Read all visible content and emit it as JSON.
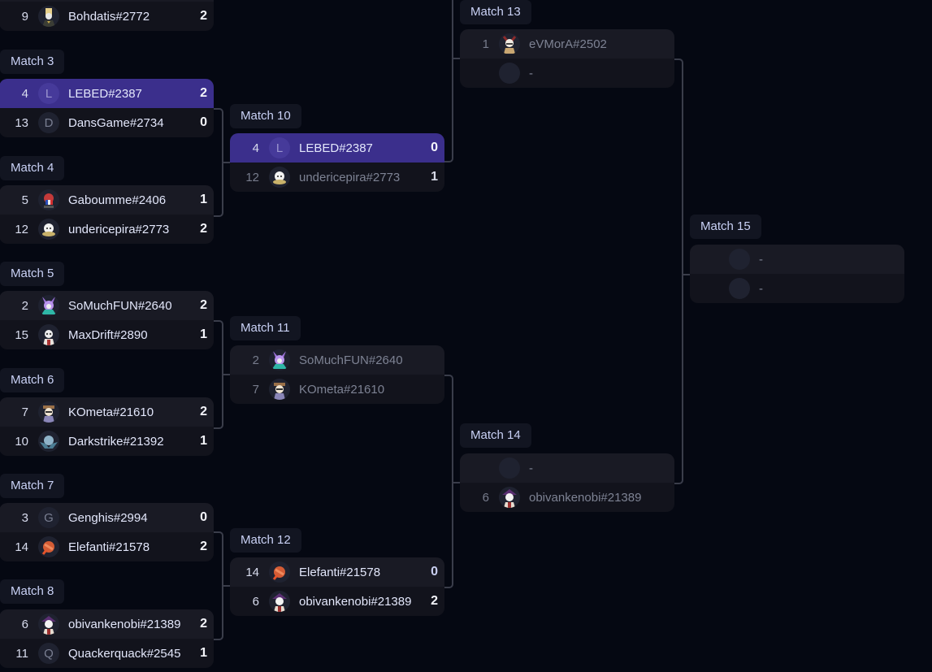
{
  "bracket": {
    "round1": [
      {
        "label": null,
        "top": {
          "seed": "",
          "name": "",
          "score": ""
        },
        "bottom": {
          "seed": "9",
          "name": "Bohdatis#2772",
          "score": "2",
          "avatar": "bohdatis-avatar-icon"
        }
      },
      {
        "label": "Match 3",
        "top": {
          "seed": "4",
          "name": "LEBED#2387",
          "score": "2",
          "initial": "L",
          "winner": true
        },
        "bottom": {
          "seed": "13",
          "name": "DansGame#2734",
          "score": "0",
          "initial": "D"
        }
      },
      {
        "label": "Match 4",
        "top": {
          "seed": "5",
          "name": "Gaboumme#2406",
          "score": "1",
          "avatar": "gaboumme-avatar-icon"
        },
        "bottom": {
          "seed": "12",
          "name": "undericepira#2773",
          "score": "2",
          "avatar": "undericepira-avatar-icon"
        }
      },
      {
        "label": "Match 5",
        "top": {
          "seed": "2",
          "name": "SoMuchFUN#2640",
          "score": "2",
          "avatar": "somuchfun-avatar-icon"
        },
        "bottom": {
          "seed": "15",
          "name": "MaxDrift#2890",
          "score": "1",
          "avatar": "maxdrift-avatar-icon"
        }
      },
      {
        "label": "Match 6",
        "top": {
          "seed": "7",
          "name": "KOmeta#21610",
          "score": "2",
          "avatar": "kometa-avatar-icon"
        },
        "bottom": {
          "seed": "10",
          "name": "Darkstrike#21392",
          "score": "1",
          "avatar": "darkstrike-avatar-icon"
        }
      },
      {
        "label": "Match 7",
        "top": {
          "seed": "3",
          "name": "Genghis#2994",
          "score": "0",
          "initial": "G"
        },
        "bottom": {
          "seed": "14",
          "name": "Elefanti#21578",
          "score": "2",
          "avatar": "elefanti-avatar-icon"
        }
      },
      {
        "label": "Match 8",
        "top": {
          "seed": "6",
          "name": "obivankenobi#21389",
          "score": "2",
          "avatar": "obivankenobi-avatar-icon"
        },
        "bottom": {
          "seed": "11",
          "name": "Quackerquack#2545",
          "score": "1",
          "initial": "Q"
        }
      }
    ],
    "round2": [
      {
        "label": "Match 10",
        "top": {
          "seed": "4",
          "name": "LEBED#2387",
          "score": "0",
          "initial": "L",
          "winner": true
        },
        "bottom": {
          "seed": "12",
          "name": "undericepira#2773",
          "score": "1",
          "avatar": "undericepira-avatar-icon"
        }
      },
      {
        "label": "Match 11",
        "top": {
          "seed": "2",
          "name": "SoMuchFUN#2640",
          "score": "",
          "avatar": "somuchfun-avatar-icon"
        },
        "bottom": {
          "seed": "7",
          "name": "KOmeta#21610",
          "score": "",
          "avatar": "kometa-avatar-icon"
        }
      },
      {
        "label": "Match 12",
        "top": {
          "seed": "14",
          "name": "Elefanti#21578",
          "score": "0",
          "avatar": "elefanti-avatar-icon"
        },
        "bottom": {
          "seed": "6",
          "name": "obivankenobi#21389",
          "score": "2",
          "avatar": "obivankenobi-avatar-icon"
        }
      }
    ],
    "round3": [
      {
        "label": "Match 13",
        "top": {
          "seed": "1",
          "name": "eVMorA#2502",
          "score": "",
          "avatar": "evmora-avatar-icon"
        },
        "bottom": {
          "seed": "",
          "name": "-",
          "score": ""
        }
      },
      {
        "label": "Match 14",
        "top": {
          "seed": "",
          "name": "-",
          "score": ""
        },
        "bottom": {
          "seed": "6",
          "name": "obivankenobi#21389",
          "score": "",
          "avatar": "obivankenobi-avatar-icon"
        }
      }
    ],
    "final": [
      {
        "label": "Match 15",
        "top": {
          "seed": "",
          "name": "-",
          "score": ""
        },
        "bottom": {
          "seed": "",
          "name": "-",
          "score": ""
        }
      }
    ]
  },
  "colors": {
    "background": "#050812",
    "card_top": "#191a24",
    "card_bottom": "#12131c",
    "winner_highlight": "#3b2f8c",
    "connector": "#3a3d4a"
  }
}
